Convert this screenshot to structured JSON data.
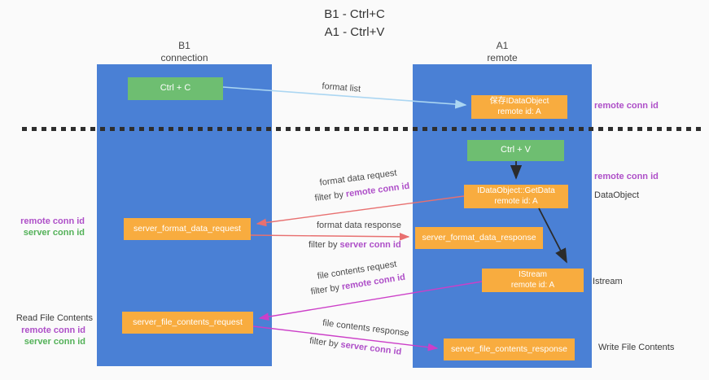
{
  "title": {
    "line1": "B1 - Ctrl+C",
    "line2": "A1 - Ctrl+V"
  },
  "lanes": {
    "left": {
      "name": "B1",
      "role": "connection"
    },
    "right": {
      "name": "A1",
      "role": "remote"
    }
  },
  "nodes": {
    "ctrl_c": "Ctrl + C",
    "ctrl_v": "Ctrl + V",
    "save_idataobject": {
      "line1": "保存IDataObject",
      "line2": "remote id: A"
    },
    "getdata": {
      "line1": "IDataObject::GetData",
      "line2": "remote id: A"
    },
    "istream": {
      "line1": "IStream",
      "line2": "remote id: A"
    },
    "format_request": "server_format_data_request",
    "format_response": "server_format_data_response",
    "file_request": "server_file_contents_request",
    "file_response": "server_file_contents_response"
  },
  "arrow_labels": {
    "format_list": "format list",
    "format_request": {
      "line1": "format data request",
      "filter_prefix": "filter by ",
      "filter_id": "remote conn id"
    },
    "format_response": {
      "line1": "format data response",
      "filter_prefix": "filter by ",
      "filter_id": "server conn id"
    },
    "file_request": {
      "line1": "file contents request",
      "filter_prefix": "filter by ",
      "filter_id": "remote conn id"
    },
    "file_response": {
      "line1": "file contents response",
      "filter_prefix": "filter by ",
      "filter_id": "server conn id"
    }
  },
  "side_labels": {
    "left_format": {
      "remote": "remote conn id",
      "server": "server conn id"
    },
    "read_file": "Read File Contents",
    "left_file": {
      "remote": "remote conn id",
      "server": "server conn id"
    },
    "right_top": "remote conn id",
    "right_dataobject_id": "remote conn id",
    "right_dataobject": "DataObject",
    "right_istream": "Istream",
    "write_file": "Write File Contents"
  },
  "colors": {
    "lane_blue": "#4a80d5",
    "box_green": "#6ebe71",
    "box_orange": "#f8ac3f",
    "text_purple": "#ae4fc8",
    "text_green": "#53b158",
    "arrow_red": "#e87070",
    "arrow_magenta": "#cc3fc8",
    "arrow_lightblue": "#abd6f2",
    "arrow_black": "#2b2b2b",
    "background": "#fafafa"
  }
}
